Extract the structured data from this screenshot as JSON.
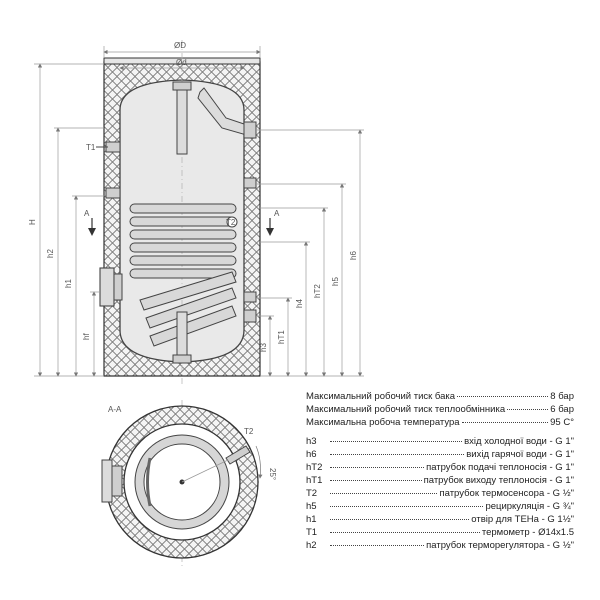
{
  "elevation_labels": {
    "outer_diameter": "ØD",
    "inner_diameter": "Ød",
    "height": "H",
    "h2": "h2",
    "h1": "h1",
    "hf": "hf",
    "h3": "h3",
    "hT1": "hT1",
    "h4": "h4",
    "hT2": "hT2",
    "h5": "h5",
    "h6": "h6",
    "t1": "T1",
    "t2": "T2",
    "section_a_left": "A",
    "section_a_right": "A"
  },
  "section_labels": {
    "title": "A-A",
    "t2": "T2",
    "angle": "25°"
  },
  "specs": [
    {
      "label": "Максимальний робочий тиск бака",
      "value": "8 бар"
    },
    {
      "label": "Максимальний робочий тиск теплообмінника",
      "value": "6 бар"
    },
    {
      "label": "Максимальна робоча температура",
      "value": "95 C°"
    }
  ],
  "connections": [
    {
      "code": "h3",
      "desc": "вхід холодної води - G 1\""
    },
    {
      "code": "h6",
      "desc": "вихід гарячої води - G 1\""
    },
    {
      "code": "hT2",
      "desc": "патрубок подачі теплоносія - G 1\""
    },
    {
      "code": "hT1",
      "desc": "патрубок виходу теплоносія - G 1\""
    },
    {
      "code": "T2",
      "desc": "патрубок термосенсора - G ½\""
    },
    {
      "code": "h5",
      "desc": "рециркуляція - G ¾\""
    },
    {
      "code": "h1",
      "desc": "отвір для ТЕНа - G 1½\""
    },
    {
      "code": "T1",
      "desc": "термометр - Ø14x1.5"
    },
    {
      "code": "h2",
      "desc": "патрубок терморегулятора - G ½\""
    }
  ]
}
